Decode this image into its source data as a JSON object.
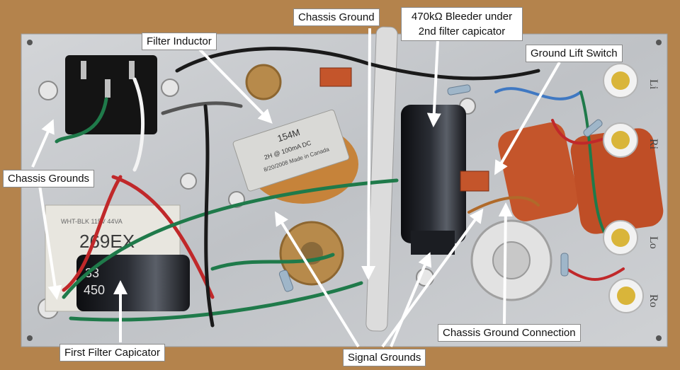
{
  "labels": {
    "chassis_ground": "Chassis Ground",
    "bleeder_line1": "470kΩ Bleeder under",
    "bleeder_line2": "2nd filter capicator",
    "filter_inductor": "Filter Inductor",
    "ground_lift_switch": "Ground Lift Switch",
    "chassis_grounds": "Chassis Grounds",
    "first_filter_capicator": "First Filter Capicator",
    "signal_grounds": "Signal Grounds",
    "chassis_ground_connection": "Chassis Ground Connection"
  },
  "component_markings": {
    "inductor_part": "154M",
    "inductor_spec": "2H @ 100mA DC",
    "inductor_date": "8/20/2008 Made in Canada",
    "transformer_part": "269EX",
    "transformer_wiring": "WHT-BLK 115V 44VA",
    "capacitor_value_a": "33",
    "capacitor_value_b": "450",
    "jack_l_in": "Li",
    "jack_r_in": "Ri",
    "jack_l_out": "Lo",
    "jack_r_out": "Ro"
  },
  "colors": {
    "wood_background": "#b9874f",
    "chassis_plate": "#c7c9cc",
    "callout_background": "#ffffff",
    "callout_arrow": "#ffffff",
    "wire_red": "#c0282a",
    "wire_green": "#1f7a4a",
    "wire_black": "#1a1a1a",
    "cap_orange": "#c4552b",
    "capacitor_black": "#1b1d22"
  }
}
